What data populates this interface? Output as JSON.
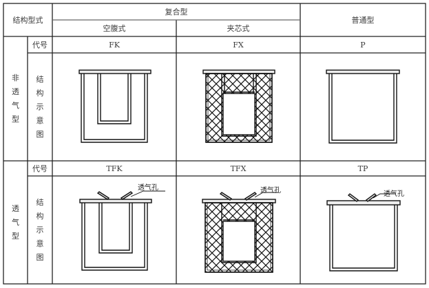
{
  "table": {
    "corner_header": "结构型式",
    "composite_header": "复合型",
    "composite_sub": [
      "空腹式",
      "夹芯式"
    ],
    "ordinary_header": "普通型",
    "row_label_code": "代号",
    "row_label_diagram": [
      "结",
      "构",
      "示",
      "意",
      "图"
    ],
    "groups": [
      {
        "name_chars": [
          "非",
          "透",
          "气",
          "型"
        ],
        "codes": [
          "FK",
          "FX",
          "P"
        ]
      },
      {
        "name_chars": [
          "透",
          "气",
          "型"
        ],
        "codes": [
          "TFK",
          "TFX",
          "TP"
        ],
        "vent_label": "透气孔"
      }
    ]
  }
}
